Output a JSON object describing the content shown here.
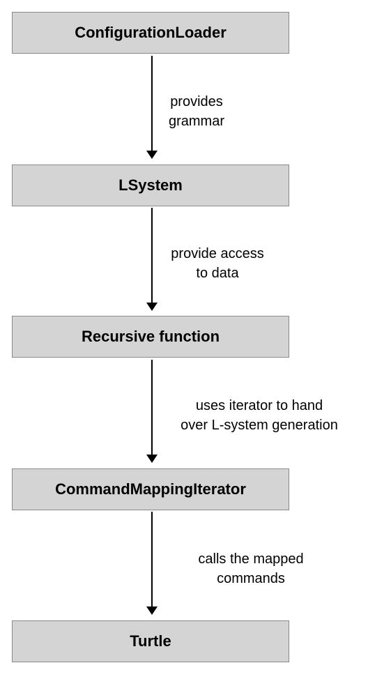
{
  "nodes": [
    {
      "label": "ConfigurationLoader"
    },
    {
      "label": "LSystem"
    },
    {
      "label": "Recursive function"
    },
    {
      "label": "CommandMappingIterator"
    },
    {
      "label": "Turtle"
    }
  ],
  "edges": [
    {
      "line1": "provides",
      "line2": "grammar"
    },
    {
      "line1": "provide access",
      "line2": "to data"
    },
    {
      "line1": "uses iterator to hand",
      "line2": "over L-system generation"
    },
    {
      "line1": "calls the mapped",
      "line2": "commands"
    }
  ]
}
